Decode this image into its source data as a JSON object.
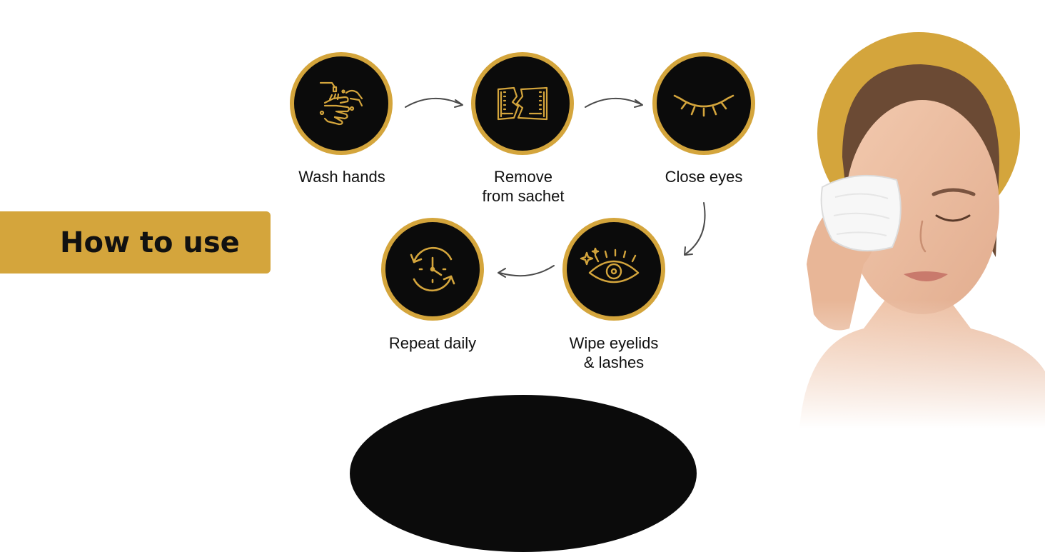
{
  "title": "How to use",
  "colors": {
    "accent": "#d4a53c",
    "circle": "#0b0b0b",
    "text": "#111111",
    "arrow": "#4a4a4a"
  },
  "steps": [
    {
      "icon": "wash-hands-icon",
      "lines": [
        "Wash hands"
      ]
    },
    {
      "icon": "sachet-icon",
      "lines": [
        "Remove",
        "from sachet"
      ]
    },
    {
      "icon": "closed-eye-icon",
      "lines": [
        "Close eyes"
      ]
    },
    {
      "icon": "eye-sparkle-icon",
      "lines": [
        "Wipe eyelids",
        "& lashes"
      ]
    },
    {
      "icon": "repeat-clock-icon",
      "lines": [
        "Repeat daily"
      ]
    }
  ]
}
